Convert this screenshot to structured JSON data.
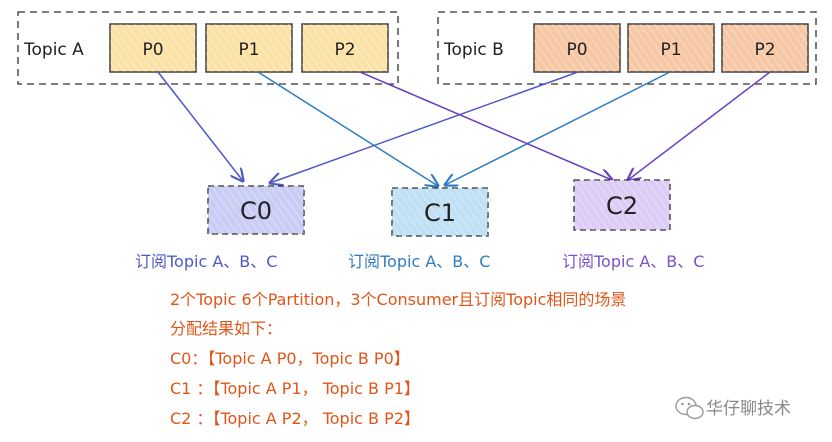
{
  "topics": [
    {
      "label": "Topic A",
      "fill": "#fbe3a7",
      "partitions": [
        "P0",
        "P1",
        "P2"
      ]
    },
    {
      "label": "Topic B",
      "fill": "#f6c8a5",
      "partitions": [
        "P0",
        "P1",
        "P2"
      ]
    }
  ],
  "consumers": [
    {
      "label": "C0",
      "fill": "#c9cdf3",
      "caption": "订阅Topic A、B、C",
      "caption_color": "#5058c8"
    },
    {
      "label": "C1",
      "fill": "#bfe0f5",
      "caption": "订阅Topic A、B、C",
      "caption_color": "#2f7cc0"
    },
    {
      "label": "C2",
      "fill": "#dccdf7",
      "caption": "订阅Topic A、B、C",
      "caption_color": "#7a52c9"
    }
  ],
  "edges": [
    {
      "from": "A.P0",
      "to": "C0",
      "color": "#5058c8"
    },
    {
      "from": "B.P0",
      "to": "C0",
      "color": "#5058c8"
    },
    {
      "from": "A.P1",
      "to": "C1",
      "color": "#2f7cc0"
    },
    {
      "from": "B.P1",
      "to": "C1",
      "color": "#2f7cc0"
    },
    {
      "from": "A.P2",
      "to": "C2",
      "color": "#6a3fc1"
    },
    {
      "from": "B.P2",
      "to": "C2",
      "color": "#6a3fc1"
    }
  ],
  "summary": {
    "color": "#e0561a",
    "lines": [
      "2个Topic 6个Partition，3个Consumer且订阅Topic相同的场景",
      "分配结果如下：",
      "C0：【Topic A P0，Topic B P0】",
      "C1 ：【Topic A P1， Topic B P1】",
      "C2 ：【Topic A P2， Topic B P2】"
    ]
  },
  "watermark": {
    "text": "华仔聊技术",
    "icon": "wechat-icon"
  }
}
